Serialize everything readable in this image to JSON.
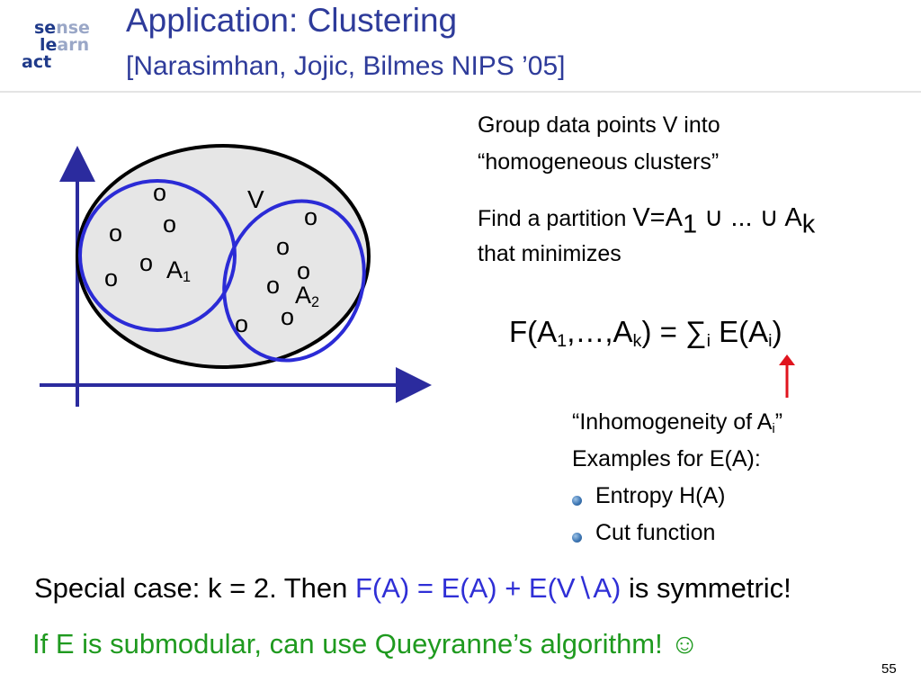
{
  "logo": {
    "line1_a": "se",
    "line1_b": "nse",
    "line2_a": "le",
    "line2_b": "arn",
    "line3": "act"
  },
  "title": {
    "main": "Application: Clustering",
    "citation": "[Narasimhan, Jojic, Bilmes NIPS ’05]"
  },
  "diagram": {
    "set_label": "V",
    "a1_label": "A",
    "a1_sub": "1",
    "a2_label": "A",
    "a2_sub": "2",
    "point_glyph": "o",
    "colors": {
      "axis": "#2b2b9e",
      "cluster_outline": "#2b2bd6",
      "outer_fill": "#e6e6e6"
    }
  },
  "right": {
    "line1": "Group data points V into",
    "line2": "“homogeneous clusters”",
    "find_a": "Find a partition ",
    "find_b": "V=A",
    "find_sub1": "1",
    "find_c": " ∪ ... ∪ A",
    "find_subk": "k",
    "line4": "that minimizes",
    "formula": {
      "f": "F(A",
      "s1": "1",
      "mid": ",…,A",
      "sk": "k",
      "eq": ") = ∑",
      "si": "i",
      "e": " E(A",
      "si2": "i",
      "close": ")"
    },
    "inhom_a": "“Inhomogeneity of A",
    "inhom_sub": "i",
    "inhom_b": "”",
    "examples": "Examples for E(A):",
    "bullets": [
      "Entropy H(A)",
      "Cut function"
    ],
    "arrow_color": "#e0141e"
  },
  "bottom": {
    "special_a": "Special case: k = 2. Then ",
    "special_blue": "F(A) = E(A) + E(V∖A)",
    "special_b": " is symmetric!",
    "green": "If E is submodular, can use Queyranne’s algorithm! ☺"
  },
  "page_number": "55"
}
